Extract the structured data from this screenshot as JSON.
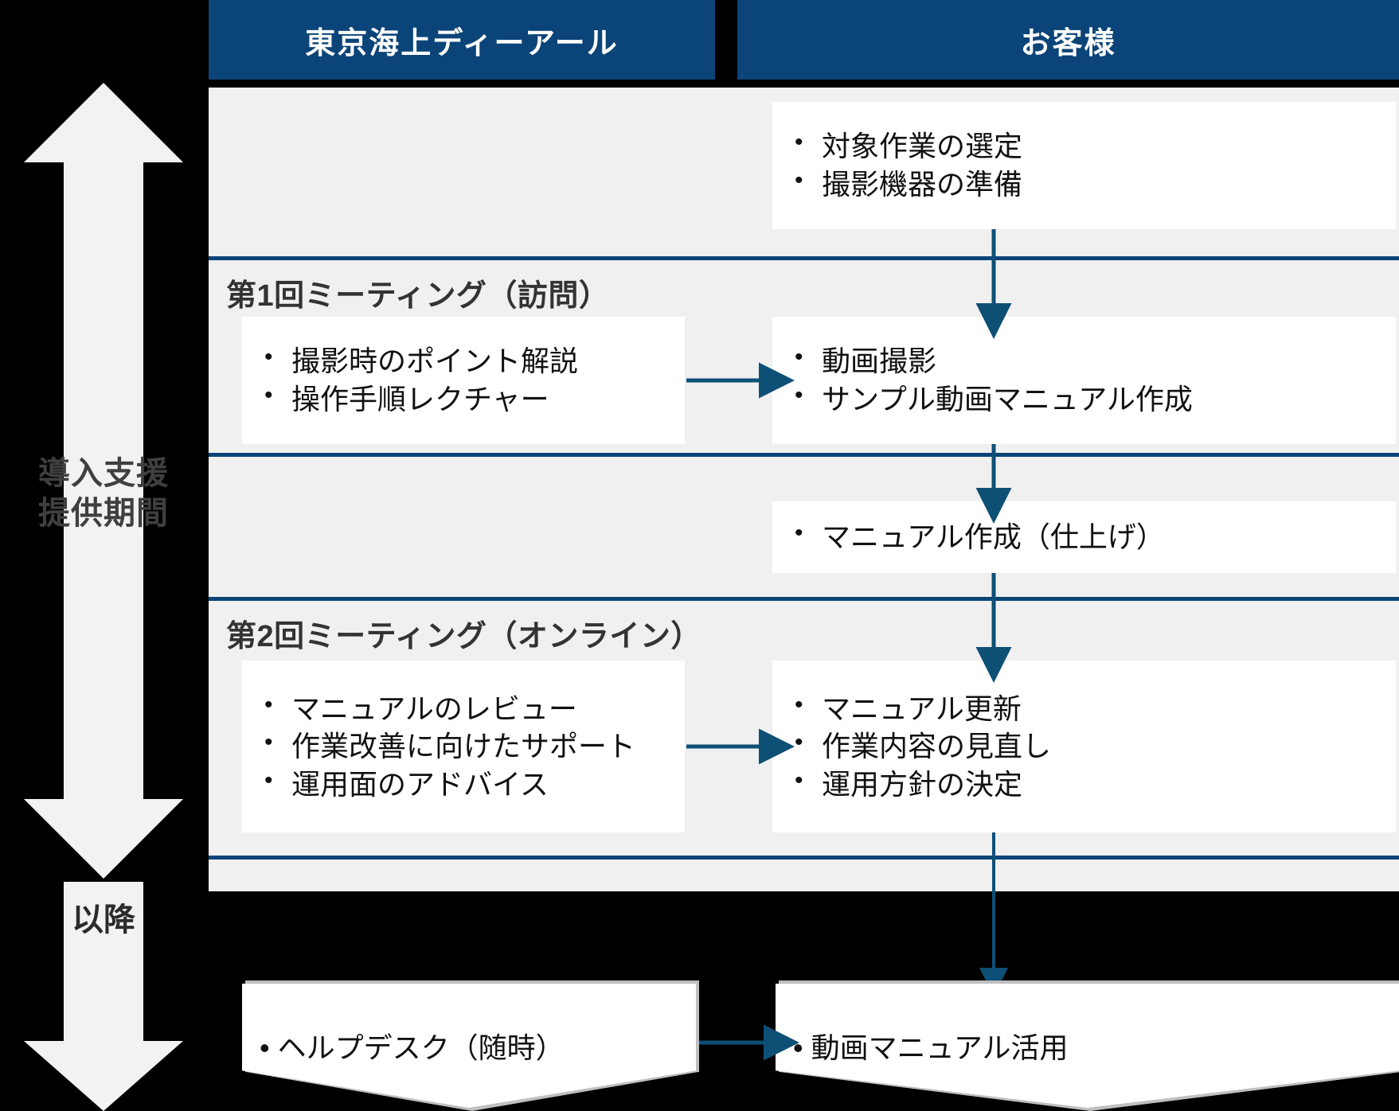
{
  "timeline": {
    "period_label": "導入支援\n提供期間",
    "after_label": "以降"
  },
  "headers": {
    "provider": "東京海上ディーアール",
    "customer": "お客様"
  },
  "sections": {
    "meeting1_title": "第1回ミーティング（訪問）",
    "meeting2_title": "第2回ミーティング（オンライン）"
  },
  "boxes": {
    "customer_prep": {
      "items": [
        "対象作業の選定",
        "撮影機器の準備"
      ]
    },
    "provider_meeting1": {
      "items": [
        "撮影時のポイント解説",
        "操作手順レクチャー"
      ]
    },
    "customer_meeting1": {
      "items": [
        "動画撮影",
        "サンプル動画マニュアル作成"
      ]
    },
    "customer_manual": {
      "items": [
        "マニュアル作成（仕上げ）"
      ]
    },
    "provider_meeting2": {
      "items": [
        "マニュアルのレビュー",
        "作業改善に向けたサポート",
        "運用面のアドバイス"
      ]
    },
    "customer_meeting2": {
      "items": [
        "マニュアル更新",
        "作業内容の見直し",
        "運用方針の決定"
      ]
    },
    "provider_after": {
      "text": "ヘルプデスク（随時）"
    },
    "customer_after": {
      "text": "動画マニュアル活用"
    }
  },
  "colors": {
    "banner_blue": "#0b4478",
    "arrow_blue": "#0e4f76",
    "band_grey": "#f0f0f0",
    "box_white": "#ffffff",
    "background": "#000000",
    "timeline_arrow": "#f2f2f2",
    "pentagon_border": "#bfbfbf"
  }
}
